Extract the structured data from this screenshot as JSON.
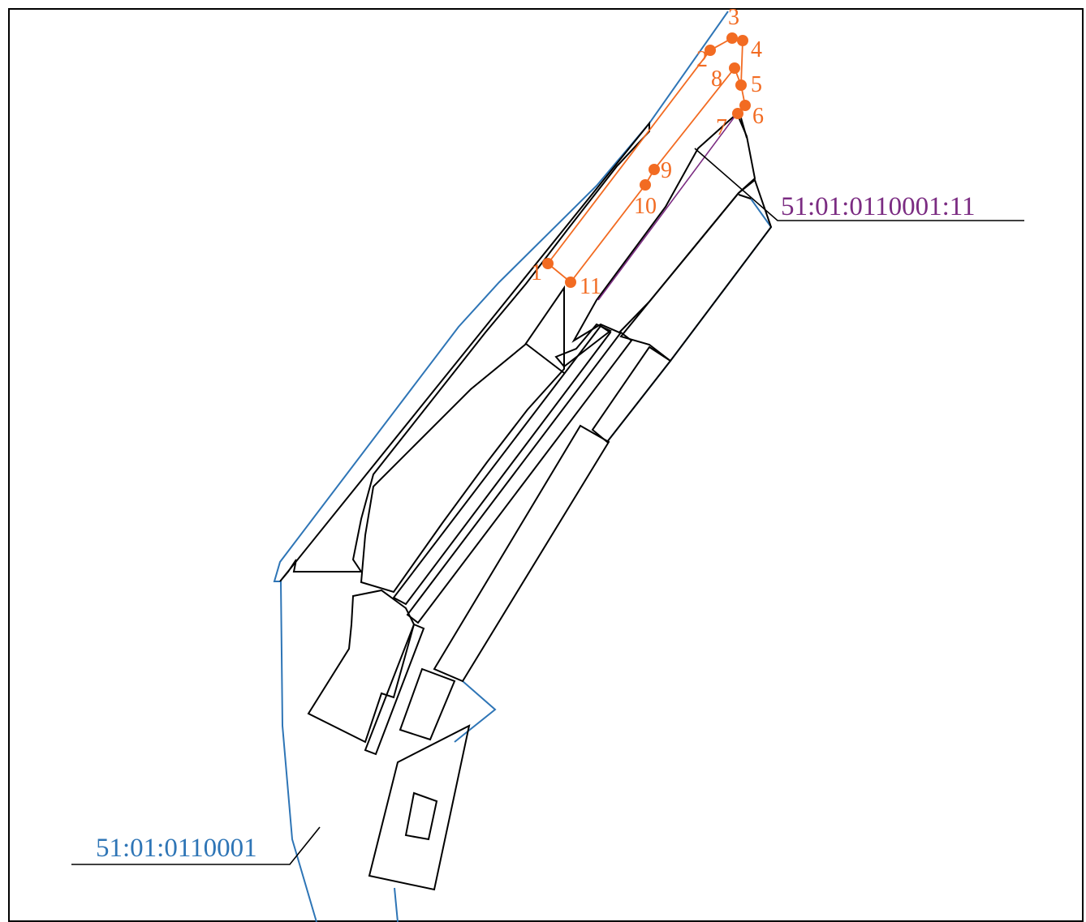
{
  "map": {
    "quarter_label": "51:01:0110001",
    "parcel_label": "51:01:0110001:11",
    "points": [
      {
        "n": "1"
      },
      {
        "n": "2"
      },
      {
        "n": "3"
      },
      {
        "n": "4"
      },
      {
        "n": "5"
      },
      {
        "n": "6"
      },
      {
        "n": "7"
      },
      {
        "n": "8"
      },
      {
        "n": "9"
      },
      {
        "n": "10"
      },
      {
        "n": "11"
      }
    ]
  },
  "colors": {
    "quarter_boundary": "#2e75b6",
    "parcel_boundary": "#7b2c82",
    "survey_points": "#f26b22",
    "buildings": "#000000"
  }
}
